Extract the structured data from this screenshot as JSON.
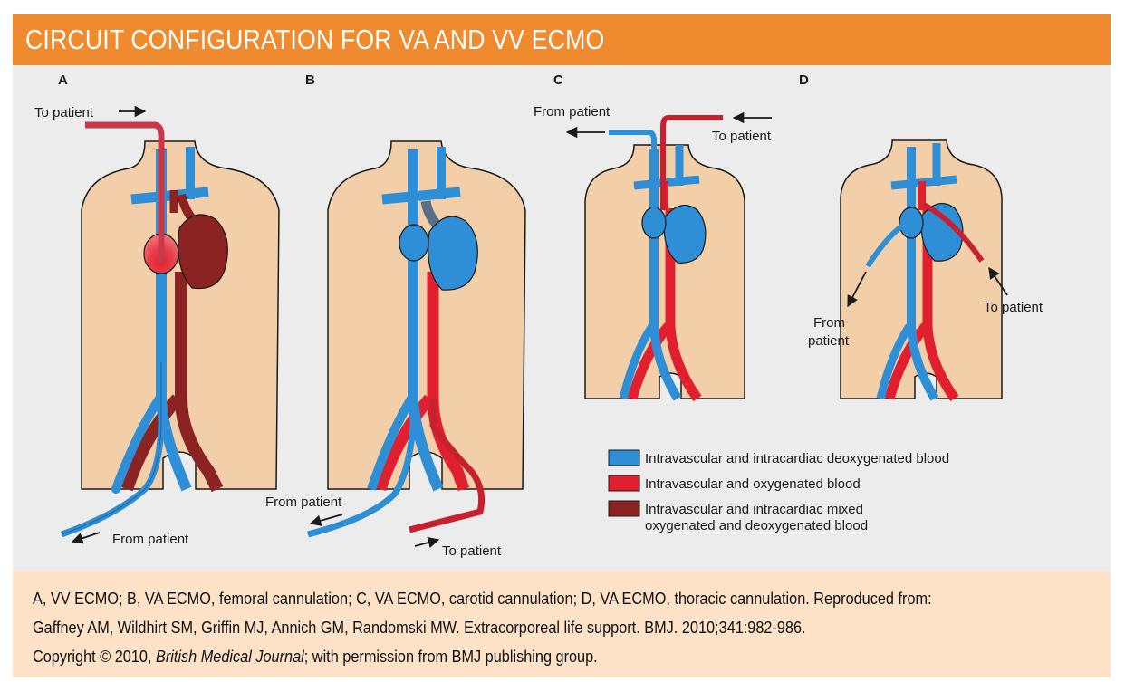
{
  "title": "CIRCUIT CONFIGURATION FOR VA AND VV ECMO",
  "panels": [
    {
      "letter": "A",
      "labels": [
        "To patient",
        "From patient"
      ]
    },
    {
      "letter": "B",
      "labels": [
        "From patient",
        "To patient"
      ]
    },
    {
      "letter": "C",
      "labels": [
        "From patient",
        "To patient"
      ]
    },
    {
      "letter": "D",
      "labels": [
        "From",
        "patient",
        "To patient"
      ]
    }
  ],
  "legend": {
    "items": [
      {
        "color": "#2e8fd6",
        "lines": [
          "Intravascular and intracardiac deoxygenated blood"
        ]
      },
      {
        "color": "#e0202e",
        "lines": [
          "Intravascular and oxygenated blood"
        ]
      },
      {
        "color": "#8b2323",
        "lines": [
          "Intravascular and intracardiac mixed",
          "oxygenated and deoxygenated blood"
        ]
      }
    ]
  },
  "colors": {
    "header": "#f08a2e",
    "figure_bg": "#ececec",
    "caption_bg": "#fde2c8",
    "skin": "#f2cfa8",
    "deoxygenated": "#2e8fd6",
    "oxygenated": "#e0202e",
    "mixed": "#8b2323",
    "pulmonary_grey": "#5a6f87"
  },
  "caption": {
    "line1": "A, VV ECMO; B, VA ECMO, femoral cannulation; C, VA ECMO, carotid cannulation; D, VA ECMO, thoracic cannulation. Reproduced from:",
    "line2": "Gaffney AM, Wildhirt SM, Griffin MJ, Annich GM, Randomski MW. Extracorporeal life support. BMJ. 2010;341:982-986.",
    "line3_prefix": "Copyright © 2010, ",
    "line3_journal": "British Medical Journal",
    "line3_suffix": "; with permission from BMJ publishing group."
  }
}
